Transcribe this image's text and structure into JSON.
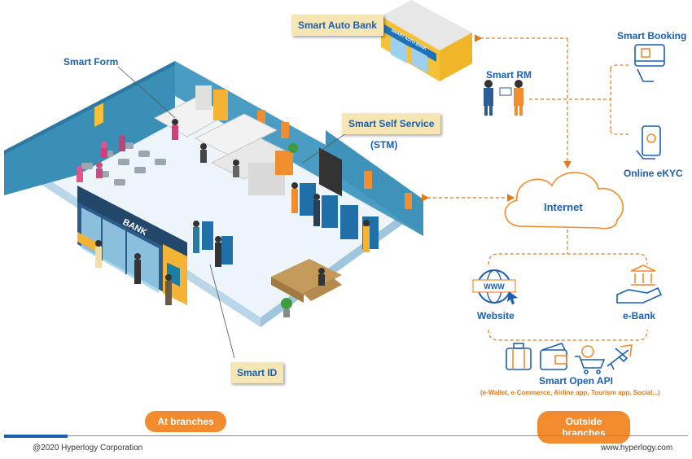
{
  "labels": {
    "smart_auto_bank": "Smart  Auto Bank",
    "auto_bank_sign": "SMART AUTO BANK",
    "smart_form": "Smart Form",
    "smart_self_service": "Smart Self Service",
    "stm": "(STM)",
    "smart_rm": "Smart RM",
    "smart_booking": "Smart Booking",
    "online_ekyc": "Online eKYC",
    "internet": "Internet",
    "website": "Website",
    "www": "WWW",
    "ebank": "e-Bank",
    "smart_open_api": "Smart Open API",
    "open_api_sub": "(e-Wallet, e-Commerce, Airline app, Tourism app, Social...)",
    "smart_id": "Smart ID",
    "bank_sign": "BANK",
    "at_branches": "At branches",
    "outside_branches": "Outside branches"
  },
  "footer": {
    "copyright": "@2020 Hyperlogy Corporation",
    "website": "www.hyperlogy.com"
  },
  "colors": {
    "brand_blue": "#1a5fb4",
    "accent_orange": "#f28a2e",
    "tag_bg": "#f5e6b3",
    "wall_blue": "#3a8fb7",
    "floor": "#eef5fa"
  },
  "icons": [
    "booking-icon",
    "ekyc-phone-icon",
    "www-globe-icon",
    "ebank-hand-icon",
    "luggage-icon",
    "wallet-icon",
    "cart-icon",
    "plane-icon",
    "cloud-icon"
  ]
}
